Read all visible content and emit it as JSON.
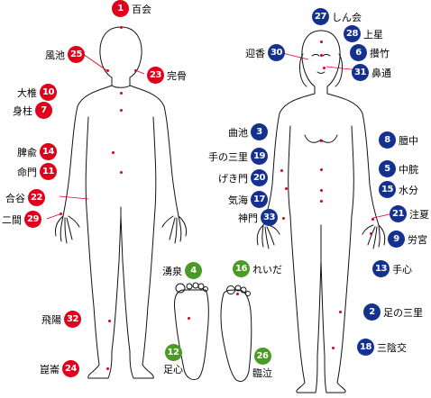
{
  "colors": {
    "back_badge": "#e0001b",
    "front_badge": "#14318f",
    "foot_badge": "#4a9b26",
    "point": "#d6001c"
  },
  "points": {
    "p1": {
      "num": "1",
      "name": "百会"
    },
    "p25": {
      "num": "25",
      "name": "風池"
    },
    "p23": {
      "num": "23",
      "name": "完骨"
    },
    "p10": {
      "num": "10",
      "name": "大椎"
    },
    "p7": {
      "num": "7",
      "name": "身柱"
    },
    "p14": {
      "num": "14",
      "name": "脾兪"
    },
    "p11": {
      "num": "11",
      "name": "命門"
    },
    "p22": {
      "num": "22",
      "name": "合谷"
    },
    "p29": {
      "num": "29",
      "name": "二間"
    },
    "p32": {
      "num": "32",
      "name": "飛陽"
    },
    "p24": {
      "num": "24",
      "name": "崑崙"
    },
    "p27": {
      "num": "27",
      "name": "しん会"
    },
    "p28": {
      "num": "28",
      "name": "上星"
    },
    "p6": {
      "num": "6",
      "name": "攢竹"
    },
    "p30": {
      "num": "30",
      "name": "迎香"
    },
    "p31": {
      "num": "31",
      "name": "鼻通"
    },
    "p3": {
      "num": "3",
      "name": "曲池"
    },
    "p19": {
      "num": "19",
      "name": "手の三里"
    },
    "p20": {
      "num": "20",
      "name": "げき門"
    },
    "p17": {
      "num": "17",
      "name": "気海"
    },
    "p33": {
      "num": "33",
      "name": "神門"
    },
    "p8": {
      "num": "8",
      "name": "膻中"
    },
    "p5": {
      "num": "5",
      "name": "中脘"
    },
    "p15": {
      "num": "15",
      "name": "水分"
    },
    "p21": {
      "num": "21",
      "name": "注夏"
    },
    "p9": {
      "num": "9",
      "name": "労宮"
    },
    "p13": {
      "num": "13",
      "name": "手心"
    },
    "p2": {
      "num": "2",
      "name": "足の三里"
    },
    "p18": {
      "num": "18",
      "name": "三陰交"
    },
    "p4": {
      "num": "4",
      "name": "湧泉"
    },
    "p16": {
      "num": "16",
      "name": "れいだ"
    },
    "p12": {
      "num": "12",
      "name": "足心"
    },
    "p26": {
      "num": "26",
      "name": "臨泣"
    }
  }
}
